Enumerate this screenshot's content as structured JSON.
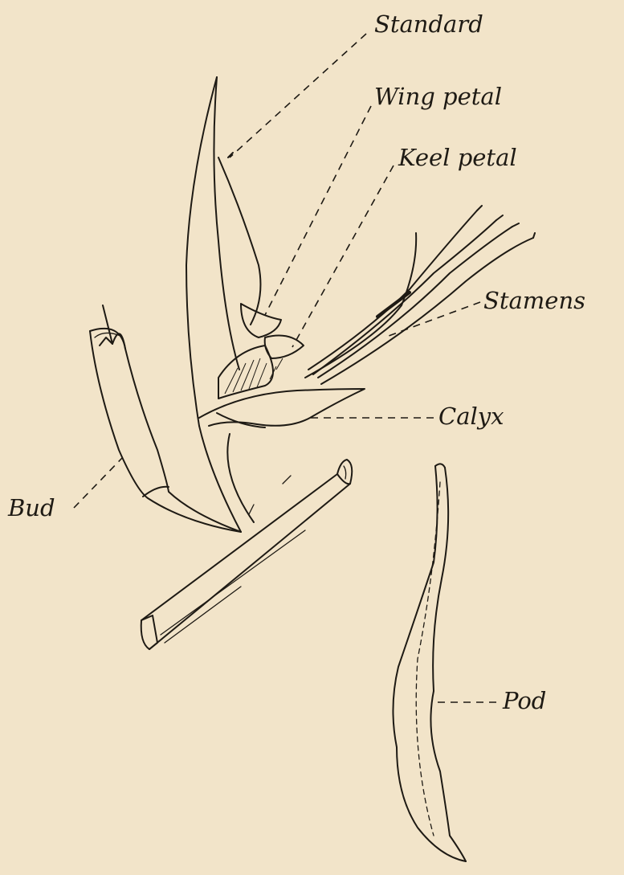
{
  "labels": {
    "standard": "Standard",
    "wing_petal": "Wing petal",
    "keel_petal": "Keel petal",
    "stamens": "Stamens",
    "calyx": "Calyx",
    "bud": "Bud",
    "pod": "Pod"
  },
  "colors": {
    "paper": "#f2e4c9",
    "ink": "#1e1a14"
  }
}
